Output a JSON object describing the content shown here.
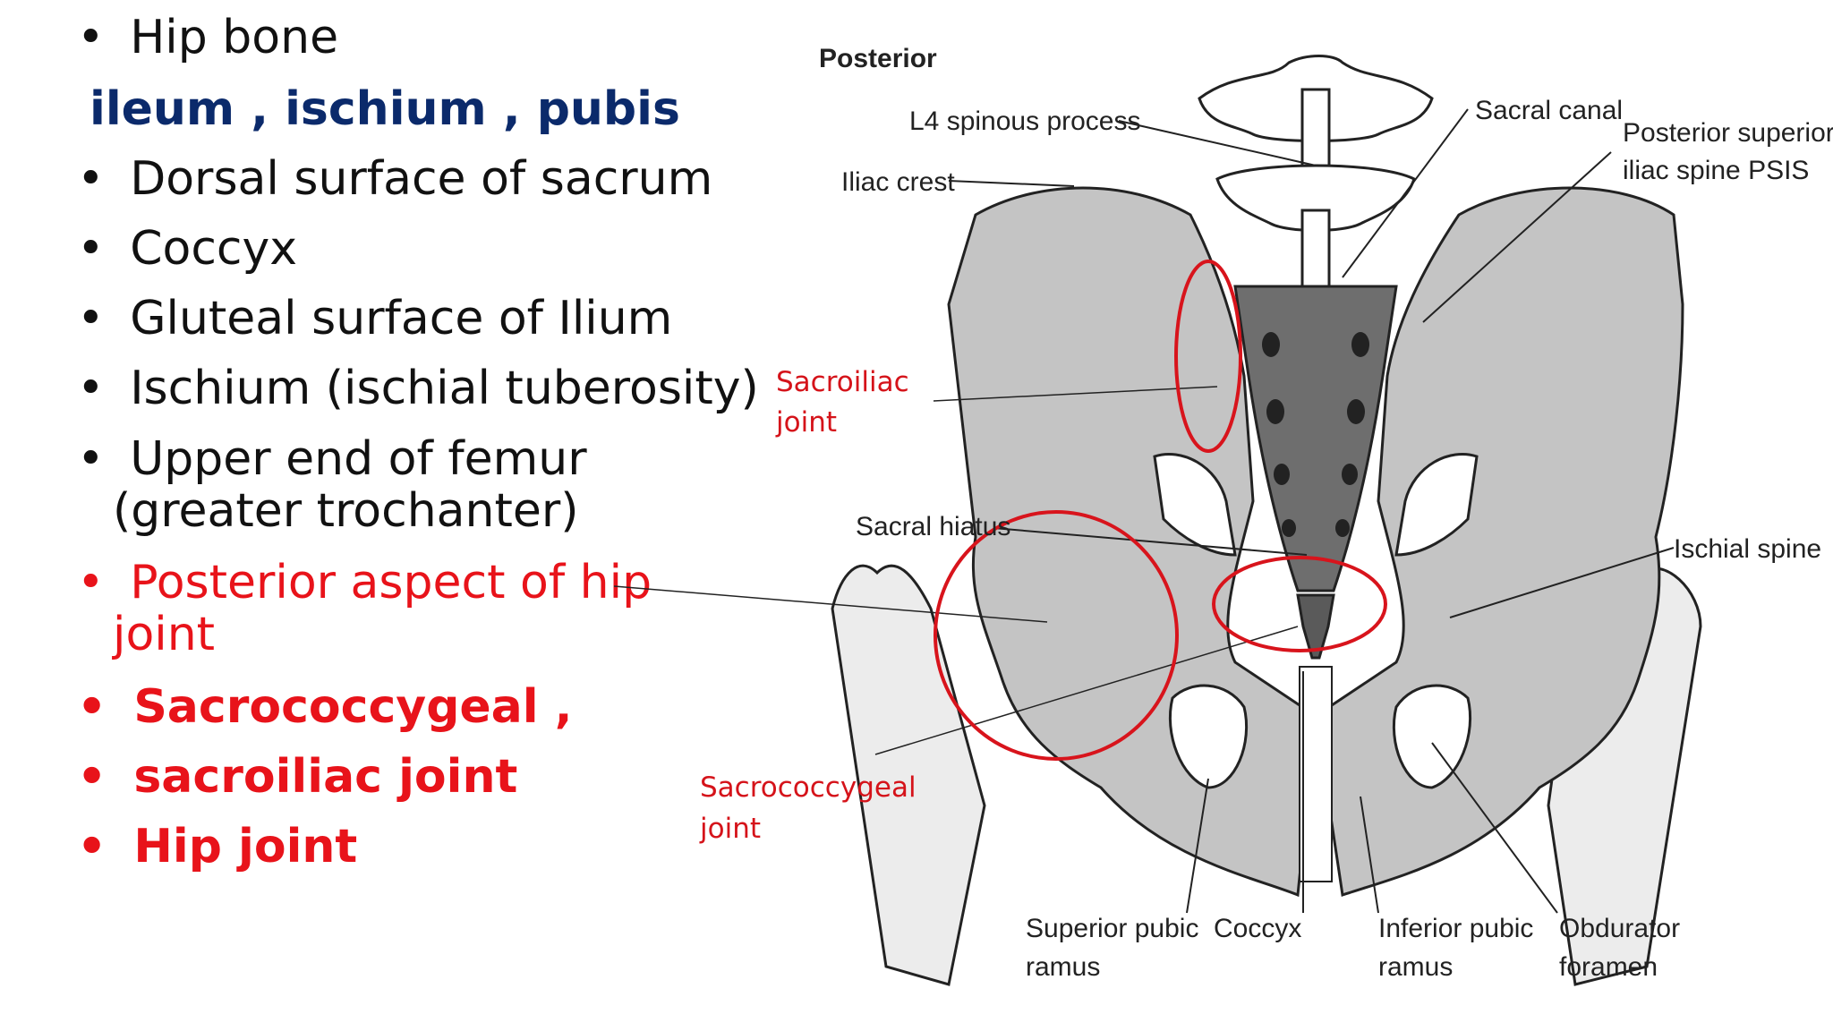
{
  "bullets": [
    {
      "text": "Hip bone",
      "color": "#111111"
    },
    {
      "text": "Dorsal surface of sacrum",
      "color": "#111111"
    },
    {
      "text": "Coccyx",
      "color": "#111111"
    },
    {
      "text": "Gluteal surface of Ilium",
      "color": "#111111"
    },
    {
      "text": "Ischium (ischial tuberosity)",
      "color": "#111111"
    },
    {
      "text_line1": "Upper end of femur",
      "text_line2": "(greater trochanter)",
      "color": "#111111"
    },
    {
      "text_line1": "Posterior aspect of hip",
      "text_line2": "joint",
      "color": "#e8131a"
    },
    {
      "text": "Sacrococcygeal ,",
      "color": "#e8131a"
    },
    {
      "text": "sacroiliac joint",
      "color": "#e8131a"
    },
    {
      "text": "Hip joint",
      "color": "#e8131a"
    }
  ],
  "subheading": "ileum , ischium , pubis",
  "bullet_symbol": "•",
  "diagram": {
    "view": "Posterior",
    "labels": {
      "l4": "L4 spinous process",
      "iliac_crest": "Iliac crest",
      "sacral_canal": "Sacral canal",
      "psis_1": "Posterior superior",
      "psis_2": "iliac spine PSIS",
      "sacral_hiatus": "Sacral hiatus",
      "ischial_spine": "Ischial spine",
      "sup_pubic_1": "Superior pubic",
      "sup_pubic_2": "ramus",
      "coccyx": "Coccyx",
      "inf_pubic_1": "Inferior pubic",
      "inf_pubic_2": "ramus",
      "obturator_1": "Obdurator",
      "obturator_2": "foramen"
    },
    "annotations": {
      "sacroiliac_1": "Sacroiliac",
      "sacroiliac_2": "joint",
      "sacrococcygeal_1": "Sacrococcygeal",
      "sacrococcygeal_2": "joint"
    },
    "colors": {
      "bone": "#c4c4c4",
      "sacrum": "#6e6e6e",
      "circle": "#d8141c"
    }
  }
}
